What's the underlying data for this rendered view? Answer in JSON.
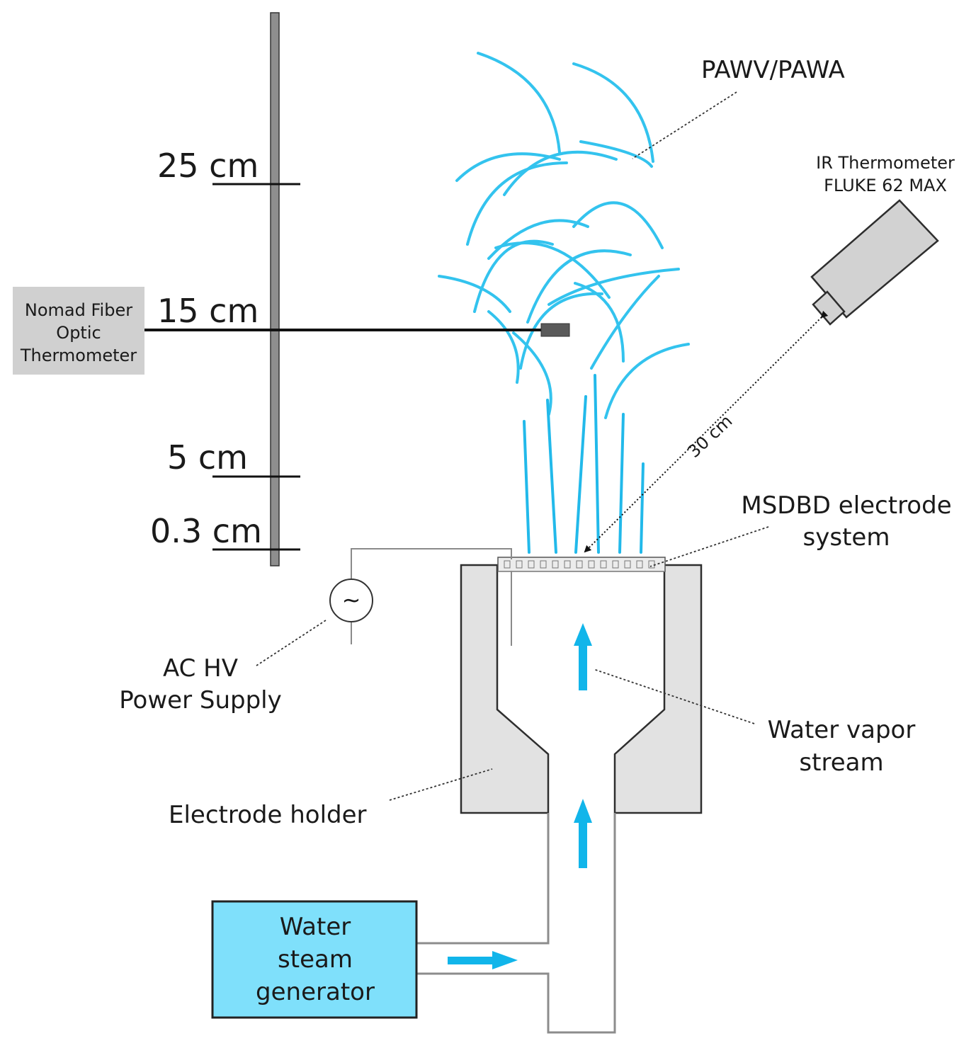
{
  "labels": {
    "plasma": "PAWV/PAWA",
    "ir_line1": "IR Thermometer",
    "ir_line2": "FLUKE 62 MAX",
    "fiber_line1": "Nomad Fiber",
    "fiber_line2": "Optic",
    "fiber_line3": "Thermometer",
    "distance": "30 cm",
    "electrode_line1": "MSDBD electrode",
    "electrode_line2": "system",
    "power_line1": "AC HV",
    "power_line2": "Power Supply",
    "power_symbol": "~",
    "vapor_line1": "Water vapor",
    "vapor_line2": "stream",
    "holder": "Electrode holder",
    "generator_line1": "Water",
    "generator_line2": "steam",
    "generator_line3": "generator"
  },
  "scale_marks": [
    "25 cm",
    "15 cm",
    "5 cm",
    "0.3 cm"
  ],
  "colors": {
    "plasma": "#33c3ee",
    "flow_arrow": "#11b5ea",
    "generator_fill": "#7fe0fb",
    "holder_fill": "#e2e2e2",
    "fiber_box": "#d0d0d0"
  }
}
